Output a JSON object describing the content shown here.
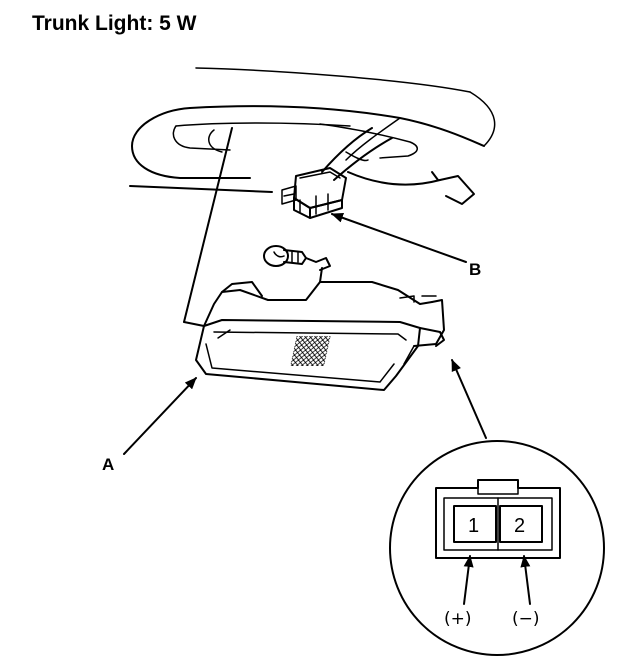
{
  "title": "Trunk Light: 5 W",
  "callouts": {
    "a": "A",
    "b": "B"
  },
  "connector_pins": [
    {
      "number": "1",
      "polarity": "(+)"
    },
    {
      "number": "2",
      "polarity": "(−)"
    }
  ]
}
